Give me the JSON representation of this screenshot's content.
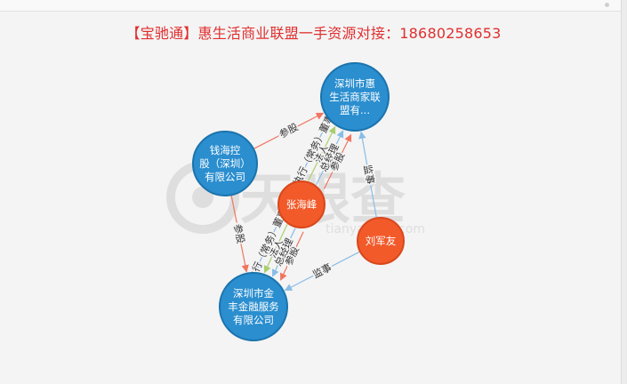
{
  "header": {
    "text": "【宝驰通】惠生活商业联盟一手资源对接：18680258653"
  },
  "watermark": {
    "brand": "天眼查",
    "url": "tianyancha.com"
  },
  "colors": {
    "company": "#2a8ecf",
    "person": "#f25a2a",
    "edge_invest": "#f07660",
    "edge_legal": "#a8cf6f",
    "edge_director": "#89bde6",
    "headline": "#e02f2f"
  },
  "nodes": [
    {
      "id": "huishenghuo",
      "type": "company",
      "label": "深圳市惠\n生活商家联\n盟有..."
    },
    {
      "id": "qianhai",
      "type": "company",
      "label": "钱海控\n股（深圳）\n有限公司"
    },
    {
      "id": "zhanghaifeng",
      "type": "person",
      "label": "张海峰"
    },
    {
      "id": "liujunyou",
      "type": "person",
      "label": "刘军友"
    },
    {
      "id": "jinfeng",
      "type": "company",
      "label": "深圳市金\n丰金融服务\n有限公司"
    }
  ],
  "edges": [
    {
      "id": "e1",
      "from": "qianhai",
      "to": "huishenghuo",
      "kind": "invest",
      "label": "参股"
    },
    {
      "id": "e2",
      "from": "qianhai",
      "to": "jinfeng",
      "kind": "invest",
      "label": "参股"
    },
    {
      "id": "e3",
      "from": "liujunyou",
      "to": "huishenghuo",
      "kind": "director",
      "label": "监事"
    },
    {
      "id": "e4",
      "from": "liujunyou",
      "to": "jinfeng",
      "kind": "director",
      "label": "监事"
    },
    {
      "id": "e5a",
      "from": "zhanghaifeng",
      "to": "huishenghuo",
      "kind": "director",
      "label": "执行（常务）董事"
    },
    {
      "id": "e5b",
      "from": "zhanghaifeng",
      "to": "huishenghuo",
      "kind": "legal",
      "label": "法人"
    },
    {
      "id": "e5c",
      "from": "zhanghaifeng",
      "to": "huishenghuo",
      "kind": "director",
      "label": "总经理"
    },
    {
      "id": "e5d",
      "from": "zhanghaifeng",
      "to": "huishenghuo",
      "kind": "invest",
      "label": "参股"
    },
    {
      "id": "e6a",
      "from": "zhanghaifeng",
      "to": "jinfeng",
      "kind": "invest",
      "label": "参股"
    },
    {
      "id": "e6b",
      "from": "zhanghaifeng",
      "to": "jinfeng",
      "kind": "director",
      "label": "总经理"
    },
    {
      "id": "e6c",
      "from": "zhanghaifeng",
      "to": "jinfeng",
      "kind": "legal",
      "label": "法人"
    },
    {
      "id": "e6d",
      "from": "zhanghaifeng",
      "to": "jinfeng",
      "kind": "director",
      "label": "执行（常务）董事"
    }
  ]
}
